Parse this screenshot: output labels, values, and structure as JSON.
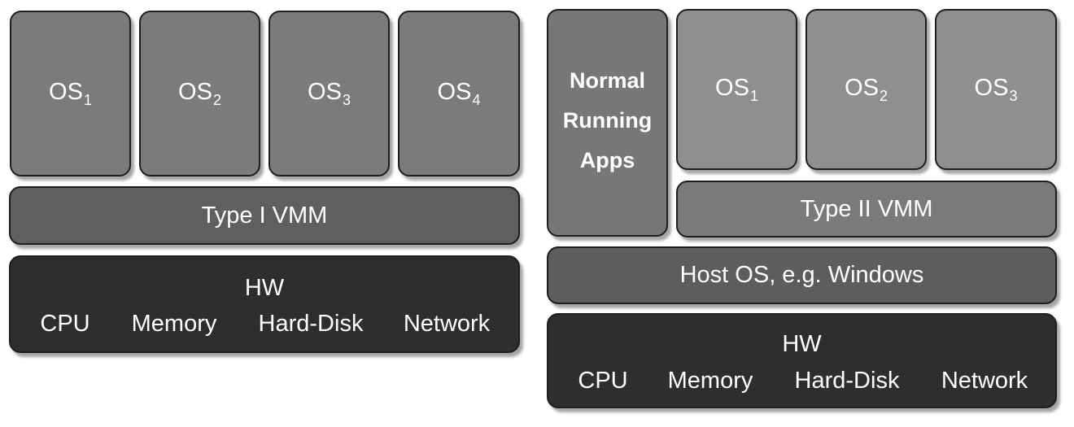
{
  "left": {
    "os_boxes": [
      {
        "base": "OS",
        "sub": "1"
      },
      {
        "base": "OS",
        "sub": "2"
      },
      {
        "base": "OS",
        "sub": "3"
      },
      {
        "base": "OS",
        "sub": "4"
      }
    ],
    "vmm_label": "Type I VMM",
    "hw": {
      "title": "HW",
      "components": [
        "CPU",
        "Memory",
        "Hard-Disk",
        "Network"
      ]
    }
  },
  "right": {
    "apps_label": "Normal\nRunning\nApps",
    "os_boxes": [
      {
        "base": "OS",
        "sub": "1"
      },
      {
        "base": "OS",
        "sub": "2"
      },
      {
        "base": "OS",
        "sub": "3"
      }
    ],
    "vmm_label": "Type II VMM",
    "host_label": "Host OS, e.g. Windows",
    "hw": {
      "title": "HW",
      "components": [
        "CPU",
        "Memory",
        "Hard-Disk",
        "Network"
      ]
    }
  }
}
